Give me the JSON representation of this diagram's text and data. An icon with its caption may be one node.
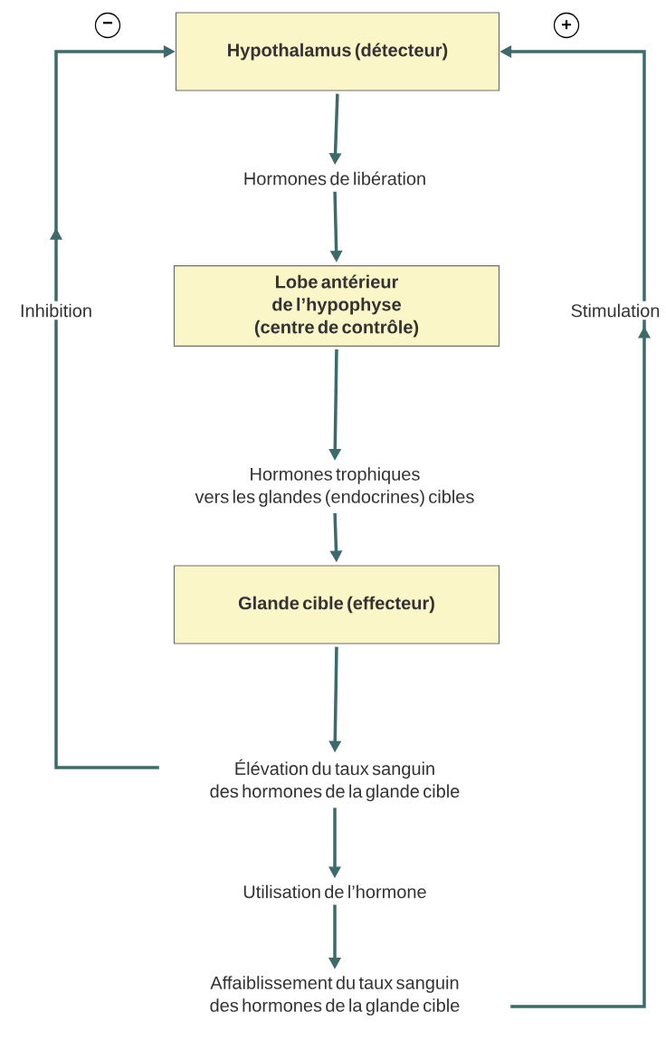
{
  "diagram": {
    "nodes": [
      {
        "text": [
          "Hypothalamus (détecteur)"
        ]
      },
      {
        "text": [
          "Hormones de libération"
        ]
      },
      {
        "text": [
          "Lobe antérieur de l’hypophyse (centre de contrôle)"
        ]
      },
      {
        "text": [
          "Hormones trophiques vers les glandes (endocrines) cibles"
        ]
      },
      {
        "text": [
          "Glande cible (effecteur)"
        ]
      },
      {
        "text": [
          "Élévation du taux sanguin des hormones de la glande cible"
        ]
      },
      {
        "text": [
          "Utilisation de l’hormone"
        ]
      },
      {
        "text": [
          "Affaiblissement du taux sanguin des hormones de la glande cible"
        ]
      }
    ],
    "edges": [
      {
        "from": 0,
        "to": 1,
        "arrow": "to"
      },
      {
        "from": 1,
        "to": 2,
        "arrow": "to"
      },
      {
        "from": 2,
        "to": 3,
        "arrow": "to"
      },
      {
        "from": 3,
        "to": 4,
        "arrow": "to"
      },
      {
        "from": 4,
        "to": 5,
        "arrow": "to"
      },
      {
        "from": 5,
        "to": 6,
        "arrow": "to"
      },
      {
        "from": 6,
        "to": 7,
        "arrow": "to"
      },
      {
        "from": 5,
        "to": 0,
        "arrow": "to",
        "label": "Inhibition"
      },
      {
        "from": 7,
        "to": 0,
        "arrow": "to",
        "label": "Stimulation"
      }
    ],
    "labels": [
      "−",
      "+"
    ]
  }
}
